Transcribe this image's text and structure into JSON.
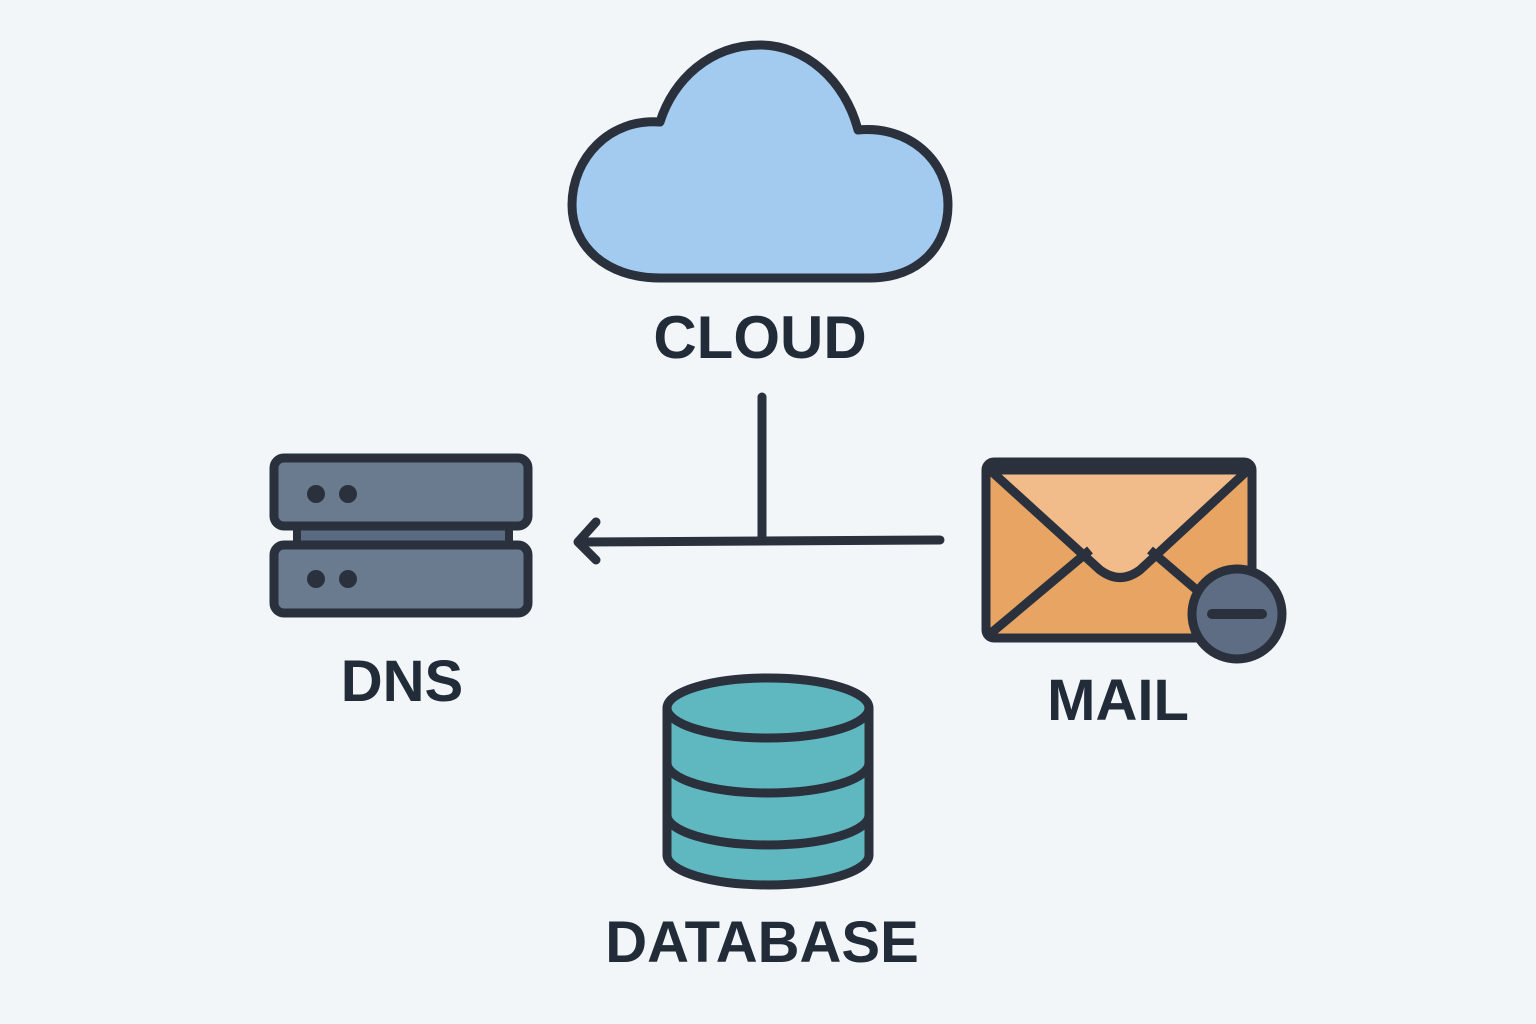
{
  "diagram": {
    "nodes": [
      {
        "id": "cloud",
        "label": "CLOUD",
        "icon": "cloud-icon"
      },
      {
        "id": "dns",
        "label": "DNS",
        "icon": "server-icon"
      },
      {
        "id": "mail",
        "label": "MAIL",
        "icon": "envelope-icon",
        "badge": "minus-badge-icon"
      },
      {
        "id": "database",
        "label": "DATABASE",
        "icon": "database-icon"
      }
    ],
    "edges": [
      {
        "from": "cloud",
        "to": "junction"
      },
      {
        "from": "mail",
        "to": "dns",
        "arrow": "end"
      }
    ]
  },
  "colors": {
    "background": "#f2f6f9",
    "outline": "#2a313d",
    "cloud_fill": "#a2cbef",
    "server_fill": "#6a7a8f",
    "envelope_top": "#f2bb8a",
    "envelope_body": "#e7a462",
    "badge_fill": "#5e6d83",
    "database_fill": "#5fb7c0",
    "label_text": "#222b38"
  }
}
